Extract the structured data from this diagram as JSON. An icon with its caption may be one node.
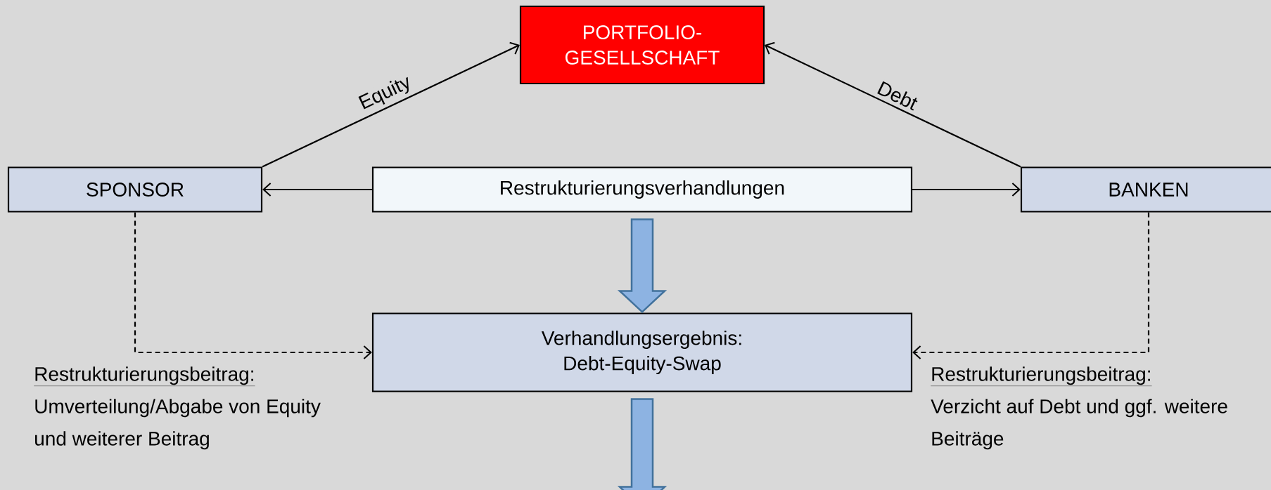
{
  "diagram": {
    "nodes": [
      {
        "text": [
          "PORTFOLIO- GESELLSCHAFT"
        ]
      },
      {
        "text": [
          "SPONSOR"
        ]
      },
      {
        "text": [
          "Restrukturierungsverhandlungen"
        ]
      },
      {
        "text": [
          "BANKEN"
        ]
      },
      {
        "text": [
          "Verhandlungsergebnis: Debt-Equity-Swap"
        ]
      }
    ],
    "edges": [
      {
        "from": 1,
        "to": 0,
        "arrow": "to",
        "label": "Equity"
      },
      {
        "from": 3,
        "to": 0,
        "arrow": "to",
        "label": "Debt"
      },
      {
        "from": 2,
        "to": 1,
        "arrow": "to"
      },
      {
        "from": 2,
        "to": 3,
        "arrow": "to"
      },
      {
        "from": 2,
        "to": 4,
        "arrow": "to",
        "style": "thick",
        "color": "#8db3e2"
      },
      {
        "from": 1,
        "to": 4,
        "arrow": "to",
        "style": "dashed"
      },
      {
        "from": 3,
        "to": 4,
        "arrow": "to",
        "style": "dashed"
      },
      {
        "from": 4,
        "to": null,
        "arrow": "to",
        "style": "thick",
        "color": "#8db3e2"
      }
    ],
    "labels": [
      "Restrukturierungsbeitrag:",
      "Umverteilung/Abgabe von Equity und weiterer Beitrag",
      "Restrukturierungsbeitrag:",
      "Verzicht auf Debt und ggf. weitere Beiträge"
    ]
  }
}
